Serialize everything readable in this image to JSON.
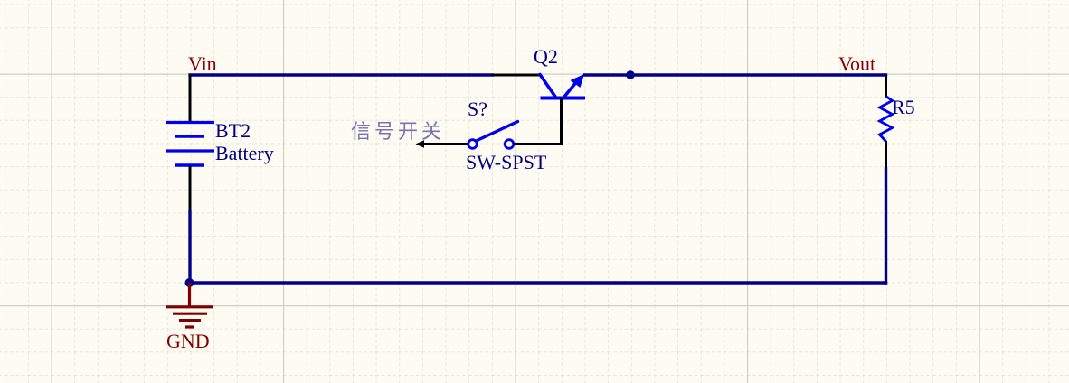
{
  "colors": {
    "background": "#fdfbf2",
    "grid_minor": "#e7e7e0",
    "grid_major": "#cfcfc8",
    "wire": "#00008b",
    "pin": "#000000",
    "symbol": "#0000f0",
    "designator_text": "#000080",
    "net_label_text": "#8b0000",
    "power_symbol": "#800000",
    "comment_text": "#7575b5"
  },
  "net_labels": {
    "vin": "Vin",
    "vout": "Vout",
    "gnd": "GND"
  },
  "components": {
    "battery": {
      "designator": "BT2",
      "comment": "Battery"
    },
    "transistor": {
      "designator": "Q2"
    },
    "switch": {
      "designator": "S?",
      "comment": "SW-SPST",
      "annotation": "信号开关"
    },
    "resistor": {
      "designator": "R5"
    }
  }
}
